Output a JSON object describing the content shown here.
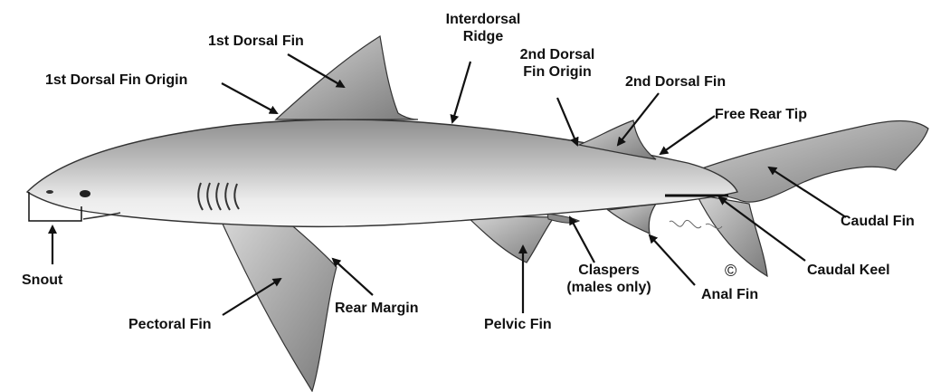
{
  "labels": {
    "first_dorsal_fin": "1st Dorsal Fin",
    "first_dorsal_fin_origin": "1st Dorsal Fin Origin",
    "interdorsal_ridge_line1": "Interdorsal",
    "interdorsal_ridge_line2": "Ridge",
    "second_dorsal_fin_origin_line1": "2nd Dorsal",
    "second_dorsal_fin_origin_line2": "Fin Origin",
    "second_dorsal_fin": "2nd Dorsal Fin",
    "free_rear_tip": "Free Rear Tip",
    "caudal_fin": "Caudal Fin",
    "caudal_keel": "Caudal Keel",
    "snout": "Snout",
    "pectoral_fin": "Pectoral Fin",
    "rear_margin": "Rear Margin",
    "pelvic_fin": "Pelvic Fin",
    "claspers_line1": "Claspers",
    "claspers_line2": "(males only)",
    "anal_fin": "Anal Fin"
  },
  "copyright_symbol": "©",
  "colors": {
    "ink": "#111111",
    "shark_body": "#bdbdbd",
    "shark_belly": "#f2f2f2",
    "shark_fin": "#9a9a9a"
  }
}
